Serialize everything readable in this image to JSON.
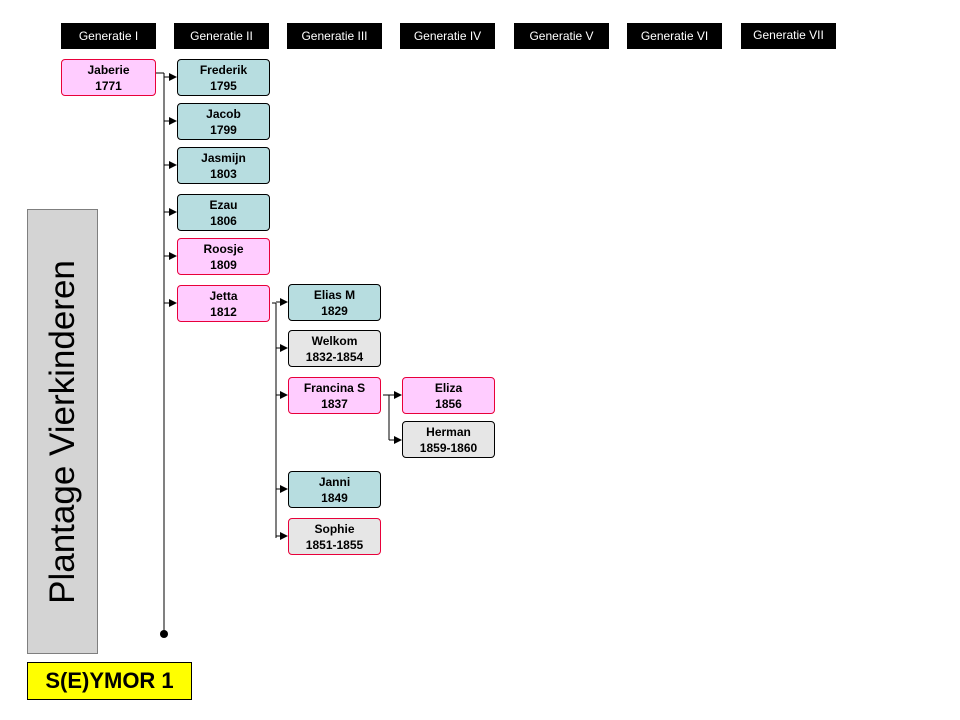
{
  "headers": [
    "Generatie I",
    "Generatie II",
    "Generatie III",
    "Generatie IV",
    "Generatie V",
    "Generatie VI",
    "Generatie VII"
  ],
  "title": "Plantage Vierkinderen",
  "label": "S(E)YMOR 1",
  "people": {
    "jaberie": {
      "name": "Jaberie",
      "years": "1771"
    },
    "frederik": {
      "name": "Frederik",
      "years": "1795"
    },
    "jacob": {
      "name": "Jacob",
      "years": "1799"
    },
    "jasmijn": {
      "name": "Jasmijn",
      "years": "1803"
    },
    "ezau": {
      "name": "Ezau",
      "years": "1806"
    },
    "roosje": {
      "name": "Roosje",
      "years": "1809"
    },
    "jetta": {
      "name": "Jetta",
      "years": "1812"
    },
    "elias": {
      "name": "Elias M",
      "years": "1829"
    },
    "welkom": {
      "name": "Welkom",
      "years": "1832-1854"
    },
    "francina": {
      "name": "Francina S",
      "years": "1837"
    },
    "janni": {
      "name": "Janni",
      "years": "1849"
    },
    "sophie": {
      "name": "Sophie",
      "years": "1851-1855"
    },
    "eliza": {
      "name": "Eliza",
      "years": "1856"
    },
    "herman": {
      "name": "Herman",
      "years": "1859-1860"
    }
  },
  "colors": {
    "female": "#ffccff",
    "male": "#b7dde0",
    "deceased": "#e6e6e6",
    "female_border": "#e8003a",
    "title_box": "#d4d4d4",
    "label_box": "#ffff00"
  }
}
